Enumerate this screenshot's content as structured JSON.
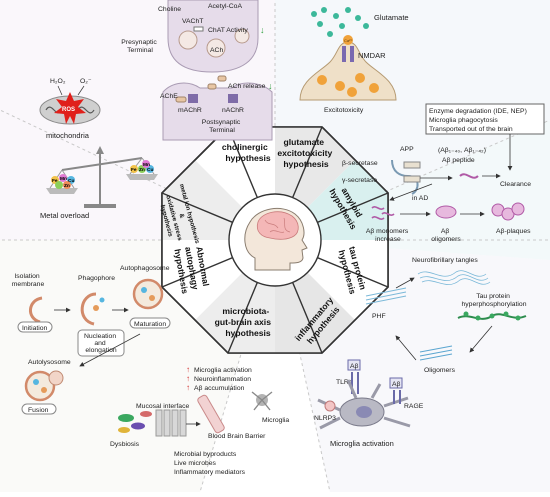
{
  "hypotheses": {
    "cholinergic": [
      "cholinergic",
      "hypothesis"
    ],
    "glutamate": [
      "glutamate",
      "excitotoxicity",
      "hypothesis"
    ],
    "amyloid": [
      "amyloid",
      "hypothesis"
    ],
    "tau": [
      "tau protein",
      "hypothesis"
    ],
    "inflammatory": [
      "inflammatory",
      "hypothesis"
    ],
    "microbiota": [
      "microbiota-",
      "gut-brain axis",
      "hypothesis"
    ],
    "autophagy": [
      "Abnormal",
      "autophagy",
      "hypothesis"
    ],
    "metal": [
      "metal ion hypothesis",
      "&",
      "oxidative stress",
      "hypothesis"
    ]
  },
  "cholinergic_panel": {
    "choline": "Choline",
    "acetyl_coa": "Acetyl-CoA",
    "chat": "ChAT Activity",
    "vacht": "VAChT",
    "ach": "ACh",
    "presynaptic": [
      "Presynaptic",
      "Terminal"
    ],
    "ache": "AChE",
    "ach_release": "ACh release",
    "machr": "mAChR",
    "nachr": "nAChR",
    "postsynaptic": [
      "Postsynaptic",
      "Terminal"
    ]
  },
  "glutamate_panel": {
    "glutamate": "Glutamate",
    "nmdar": "NMDAR",
    "ca": "Ca²⁺",
    "excitotoxicity": "Excitotoxicity"
  },
  "mito_panel": {
    "h2o2": "H₂O₂",
    "o2": "O₂⁻",
    "ros": "ROS",
    "label": "mitochondria"
  },
  "metal_panel": {
    "left_pan": [
      "Fe",
      "Mn",
      "Cu",
      "Zn"
    ],
    "right_pan": [
      "Fe",
      "Zn",
      "Cu",
      "Mn"
    ],
    "label": "Metal overload"
  },
  "amyloid_panel": {
    "box": [
      "Enzyme degradation (IDE, NEP)",
      "Microglia phagocytosis",
      "Transported out of the brain"
    ],
    "app": "APP",
    "beta": "β-secretase",
    "gamma": "γ-secretase",
    "abeta_forms": "(Aβ₁₋₄₀, Aβ₁₋₄₂)",
    "abeta_peptide": "Aβ peptide",
    "clearance": "Clearance",
    "in_ad": "in AD",
    "monomers": [
      "Aβ monomers",
      "increase"
    ],
    "oligomers": [
      "Aβ",
      "oligomers"
    ],
    "plaques": "Aβ-plaques"
  },
  "tau_panel": {
    "nft": "Neurofibrillary tangles",
    "hyper": [
      "Tau protein",
      "hyperphosphorylation"
    ],
    "phf": "PHF",
    "oligomers": "Oligomers"
  },
  "autophagy_panel": {
    "isolation": [
      "Isolation",
      "membrane"
    ],
    "phagophore": "Phagophore",
    "autophagosome": "Autophagosome",
    "initiation": "Initiation",
    "nucleation": [
      "Nucleation",
      "and",
      "elongation"
    ],
    "maturation": "Maturation",
    "autolysosome": "Autolysosome",
    "fusion": "Fusion"
  },
  "microbiota_panel": {
    "effects": [
      "Microglia activation",
      "Neuroinflammation",
      "Aβ accumulation"
    ],
    "mucosal": "Mucosal interface",
    "microglia": "Microglia",
    "dysbiosis": "Dysbiosis",
    "bbb": "Blood Brain Barrier",
    "byproducts": [
      "Microbial byproducts",
      "Live microbes",
      "Inflammatory mediators"
    ]
  },
  "inflammatory_panel": {
    "abeta": "Aβ",
    "tlr4": "TLR4",
    "nlrp3": "NLRP3",
    "rage": "RAGE",
    "label": "Microglia activation"
  },
  "colors": {
    "down_arrow": "#2e9e3e",
    "up_arrow": "#d32f2f",
    "ros": "#e0201b",
    "nmdar": "#7a69b0",
    "ca": "#f0a23a",
    "glutamate_dot": "#3cb89a"
  }
}
